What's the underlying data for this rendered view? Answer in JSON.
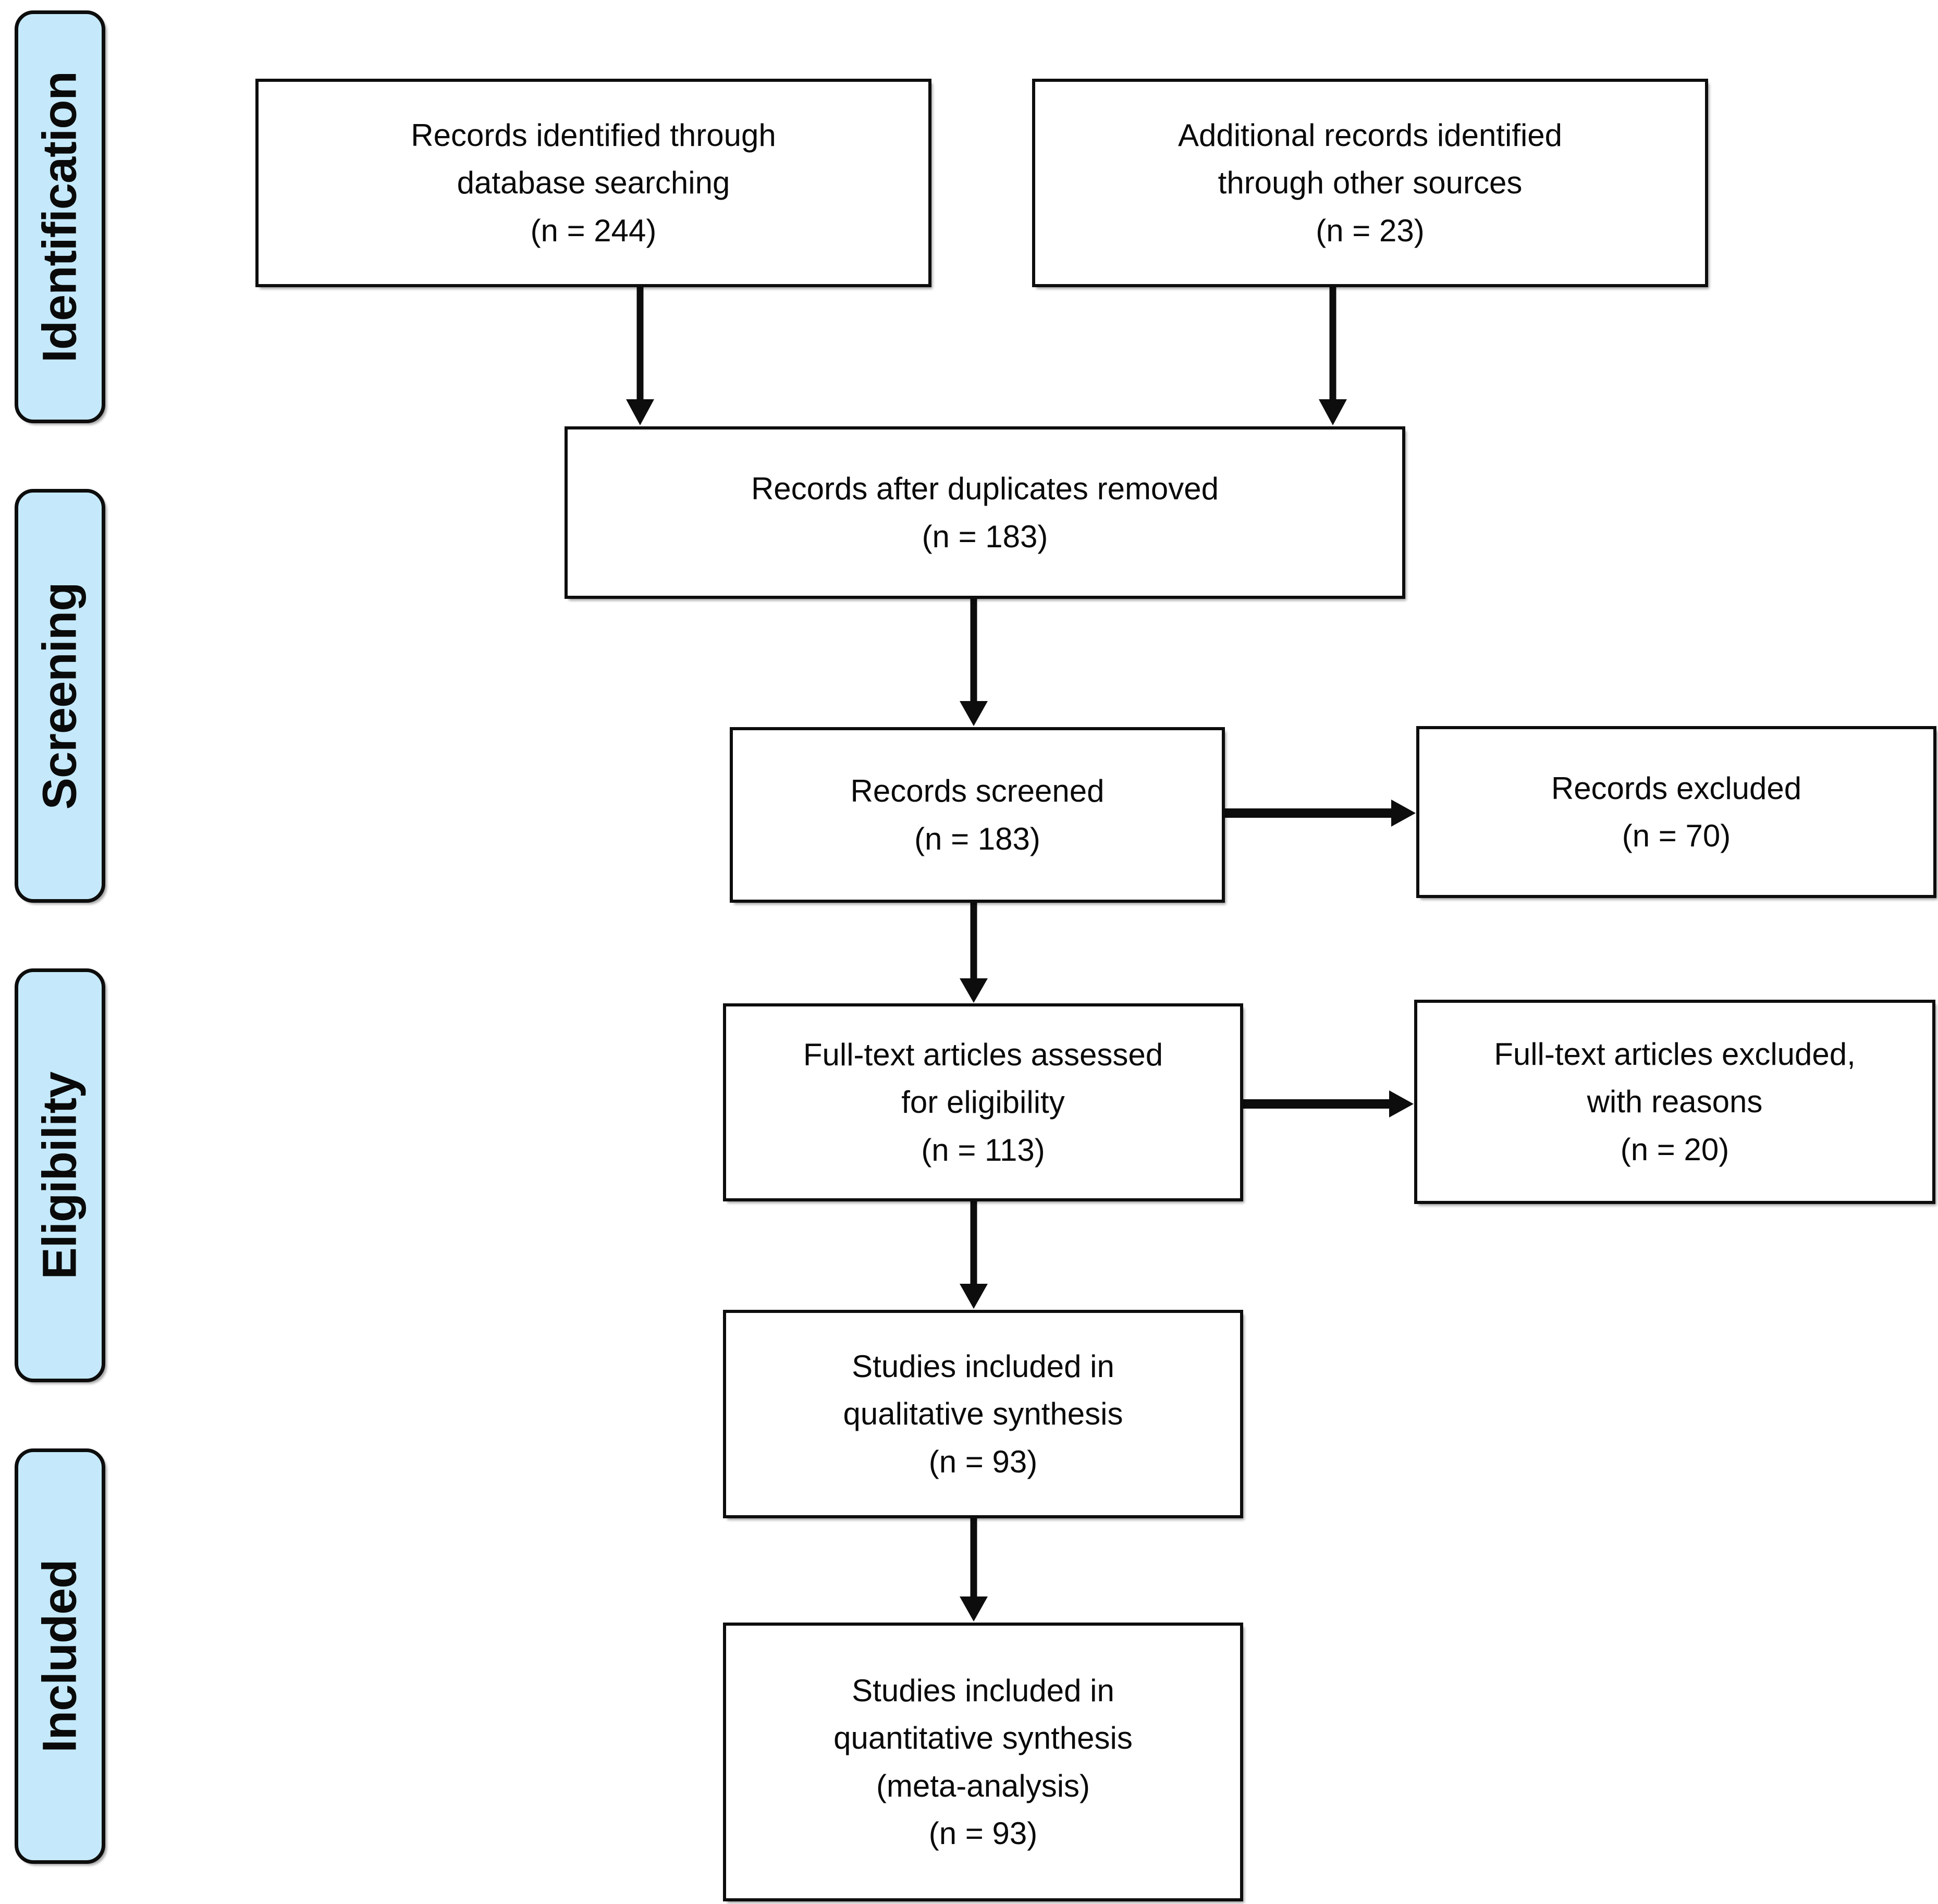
{
  "diagram_type": "PRISMA flow diagram",
  "colors": {
    "sidebar_fill": "#c5e9fb",
    "border": "#0d0d0d",
    "background": "#ffffff",
    "text": "#0a0a0a"
  },
  "sidebar": {
    "stages": [
      {
        "label": "Identification"
      },
      {
        "label": "Screening"
      },
      {
        "label": "Eligibility"
      },
      {
        "label": "Included"
      }
    ]
  },
  "flow": {
    "identified": {
      "lines": [
        "Records identified through",
        "database searching",
        "(n = 244)"
      ],
      "n": 244
    },
    "additional": {
      "lines": [
        "Additional records identified",
        "through other sources",
        "(n = 23)"
      ],
      "n": 23
    },
    "dedup": {
      "lines": [
        "Records after duplicates removed",
        "(n = 183)"
      ],
      "n": 183
    },
    "screened": {
      "lines": [
        "Records screened",
        "(n = 183)"
      ],
      "n": 183
    },
    "records_excluded": {
      "lines": [
        "Records excluded",
        "(n = 70)"
      ],
      "n": 70
    },
    "fulltext_assessed": {
      "lines": [
        "Full-text articles assessed",
        "for eligibility",
        "(n = 113)"
      ],
      "n": 113
    },
    "fulltext_excluded": {
      "lines": [
        "Full-text articles excluded,",
        "with reasons",
        "(n = 20)"
      ],
      "n": 20
    },
    "qualitative": {
      "lines": [
        "Studies included in",
        "qualitative synthesis",
        "(n = 93)"
      ],
      "n": 93
    },
    "quantitative": {
      "lines": [
        "Studies included in",
        "quantitative synthesis",
        "(meta-analysis)",
        "(n = 93)"
      ],
      "n": 93
    }
  }
}
